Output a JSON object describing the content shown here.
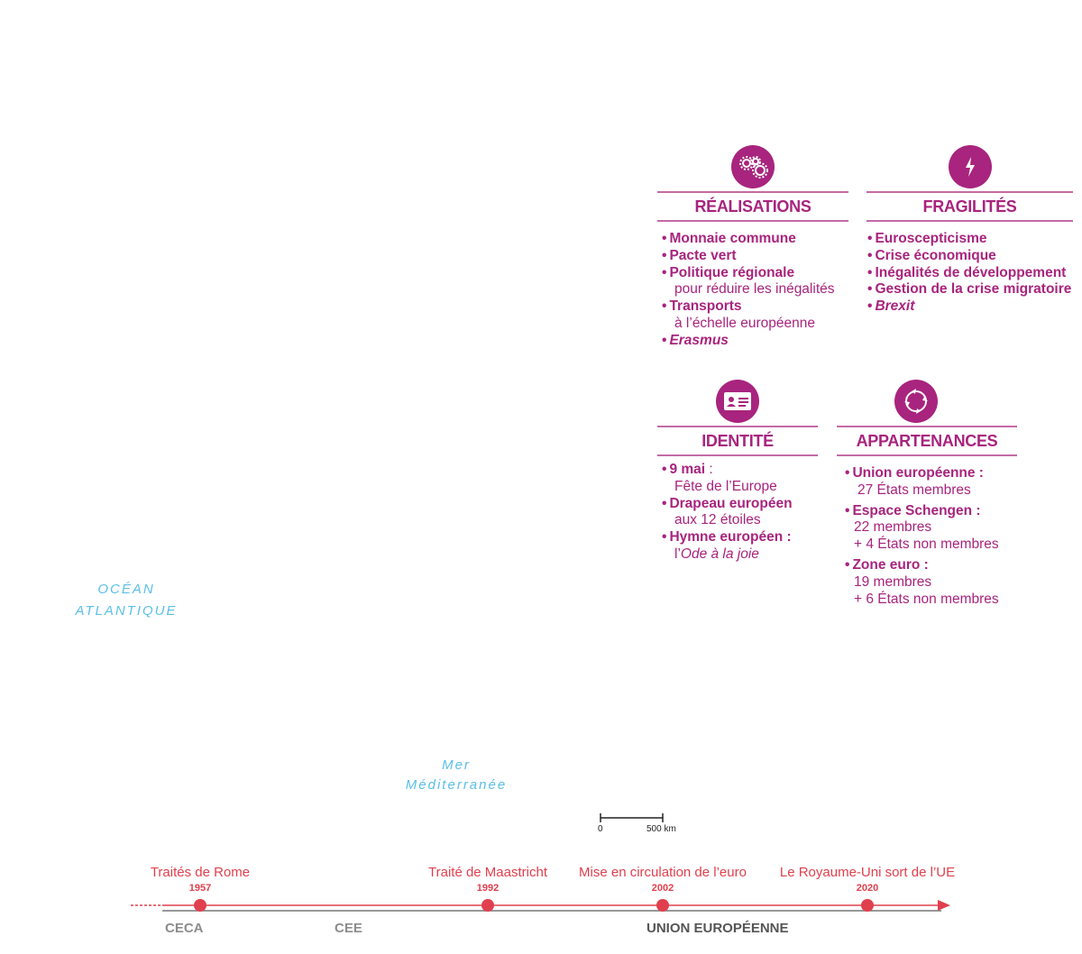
{
  "sections": {
    "realisations": {
      "title": "RÉALISATIONS",
      "icon": "gears-icon",
      "items": [
        {
          "bold": "Monnaie commune",
          "detail": ""
        },
        {
          "bold": "Pacte vert",
          "detail": ""
        },
        {
          "bold": "Politique régionale",
          "detail": "pour réduire les inégalités"
        },
        {
          "bold": "Transports",
          "detail": "à l’échelle européenne"
        },
        {
          "bold": "Erasmus",
          "detail": ""
        }
      ]
    },
    "fragilites": {
      "title": "FRAGILITÉS",
      "icon": "lightning-icon",
      "items": [
        {
          "bold": "Euroscepticisme"
        },
        {
          "bold": "Crise économique"
        },
        {
          "bold": "Inégalités de développement"
        },
        {
          "bold": "Gestion de la crise migratoire"
        },
        {
          "bold": "Brexit"
        }
      ]
    },
    "identite": {
      "title": "IDENTITÉ",
      "icon": "id-card-icon",
      "items": [
        {
          "bold": "9 mai",
          "suffix": " :",
          "detail": "Fête de l’Europe"
        },
        {
          "bold": "Drapeau européen",
          "suffix": "",
          "detail": "aux 12 étoiles"
        },
        {
          "bold": "Hymne européen :",
          "suffix": "",
          "detail_prefix": "l’",
          "detail": "Ode à la joie"
        }
      ]
    },
    "appartenances": {
      "title": "APPARTENANCES",
      "icon": "cycle-arrows-icon",
      "items": [
        {
          "bold": "Union européenne :",
          "lines": [
            "27 États membres"
          ]
        },
        {
          "bold": "Espace Schengen :",
          "lines": [
            "22 membres",
            "+ 4 États non membres"
          ]
        },
        {
          "bold": "Zone euro :",
          "lines": [
            "19 membres",
            "+ 6 États non membres"
          ]
        }
      ]
    }
  },
  "map": {
    "ocean": [
      "OCÉAN",
      "ATLANTIQUE"
    ],
    "sea": [
      "Mer",
      "Méditerranée"
    ],
    "scale": {
      "start": "0",
      "end": "500 km"
    }
  },
  "timeline": {
    "events": [
      {
        "label": "Traités de Rome",
        "year": "1957"
      },
      {
        "label": "Traité de Maastricht",
        "year": "1992"
      },
      {
        "label": "Mise en circulation de l’euro",
        "year": "2002"
      },
      {
        "label": "Le Royaume-Uni sort de l’UE",
        "year": "2020"
      }
    ],
    "eras": [
      "CECA",
      "CEE",
      "UNION EUROPÉENNE"
    ],
    "colors": {
      "events": "#e0404d",
      "accent": "#a8247e",
      "ocean": "#5bbfe6"
    }
  }
}
